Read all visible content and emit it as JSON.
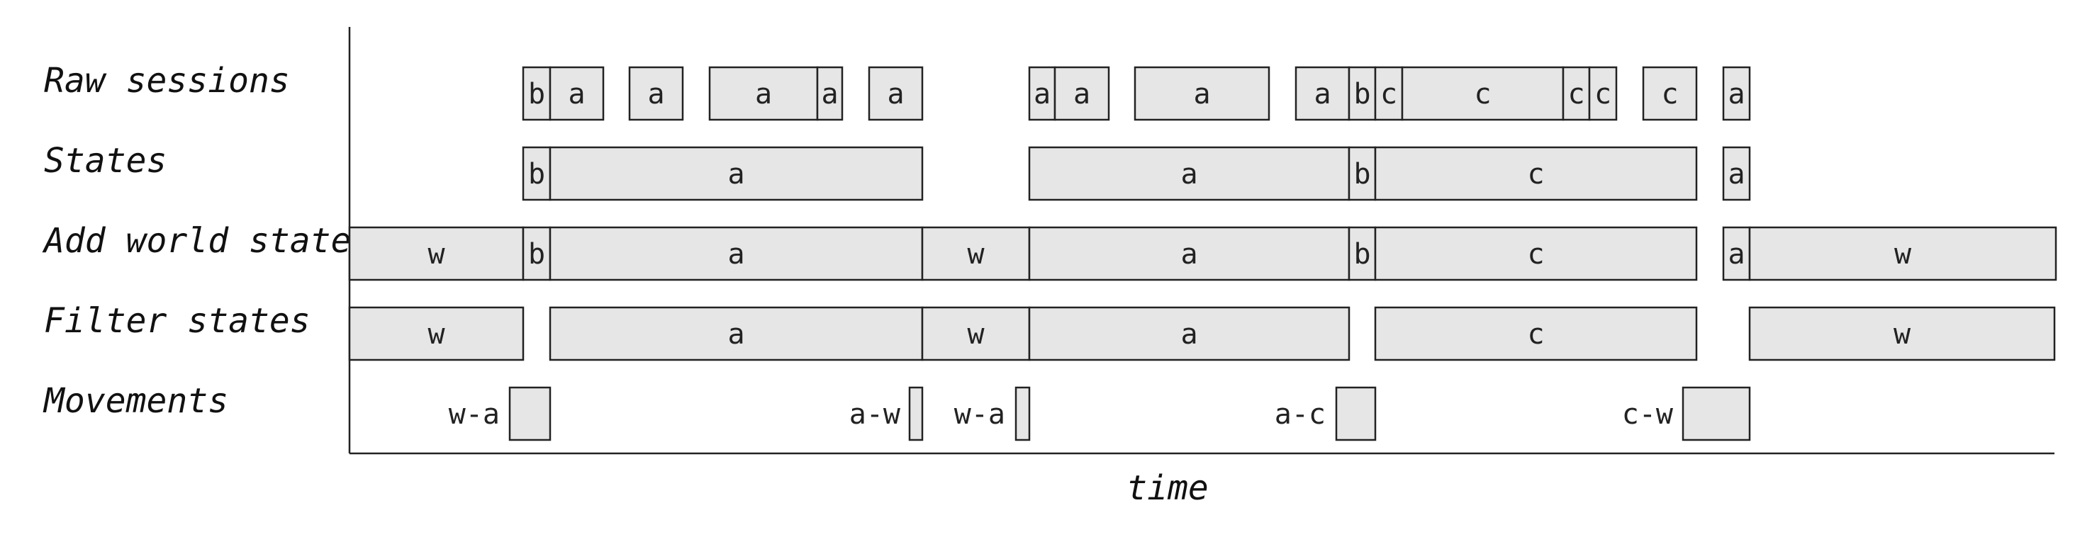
{
  "axis_label": "time",
  "rows": [
    {
      "label": "Raw sessions",
      "segments": [
        {
          "label": "b"
        },
        {
          "label": "a"
        },
        {
          "label": "a"
        },
        {
          "label": "a"
        },
        {
          "label": "a"
        },
        {
          "label": "a"
        },
        {
          "label": "a"
        },
        {
          "label": "a"
        },
        {
          "label": "a"
        },
        {
          "label": "a"
        },
        {
          "label": "b"
        },
        {
          "label": "c"
        },
        {
          "label": "c"
        },
        {
          "label": "c"
        },
        {
          "label": "c"
        },
        {
          "label": "c"
        },
        {
          "label": "a"
        }
      ]
    },
    {
      "label": "States",
      "segments": [
        {
          "label": "b"
        },
        {
          "label": "a"
        },
        {
          "label": "a"
        },
        {
          "label": "b"
        },
        {
          "label": "c"
        },
        {
          "label": "a"
        }
      ]
    },
    {
      "label": "Add world state",
      "segments": [
        {
          "label": "w"
        },
        {
          "label": "b"
        },
        {
          "label": "a"
        },
        {
          "label": "w"
        },
        {
          "label": "a"
        },
        {
          "label": "b"
        },
        {
          "label": "c"
        },
        {
          "label": "a"
        },
        {
          "label": "w"
        }
      ]
    },
    {
      "label": "Filter states",
      "segments": [
        {
          "label": "w"
        },
        {
          "label": "a"
        },
        {
          "label": "w"
        },
        {
          "label": "a"
        },
        {
          "label": "c"
        },
        {
          "label": "w"
        }
      ]
    },
    {
      "label": "Movements",
      "movements": [
        {
          "label": "w-a"
        },
        {
          "label": "a-w"
        },
        {
          "label": "w-a"
        },
        {
          "label": "a-c"
        },
        {
          "label": "c-w"
        }
      ]
    }
  ]
}
